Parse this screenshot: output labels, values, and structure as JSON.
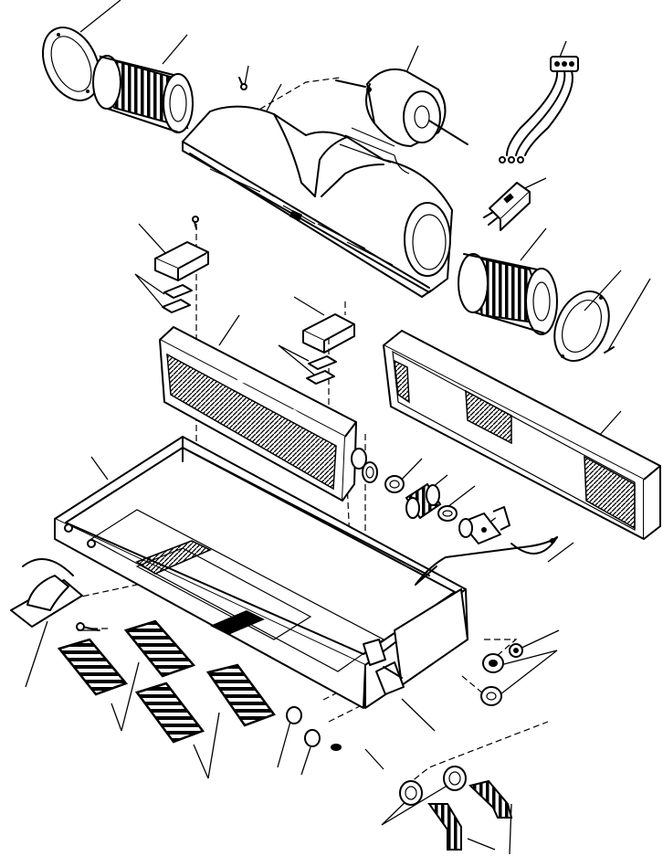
{
  "figure": {
    "labels": [],
    "colors": {
      "ink": "#000000",
      "paper": "#ffffff"
    }
  },
  "parts": [
    "gasket-ring-left",
    "blower-wheel-left",
    "blower-housing",
    "blower-motor",
    "wire-harness",
    "resistor-block",
    "blower-wheel-right",
    "gasket-ring-right",
    "cover-plate",
    "heater-core",
    "air-filter",
    "heater-case",
    "nut",
    "hose",
    "clamp",
    "water-valve",
    "capillary-sensor",
    "switch-box",
    "louvers",
    "grommets",
    "drain-connectors",
    "drain-hoses"
  ]
}
